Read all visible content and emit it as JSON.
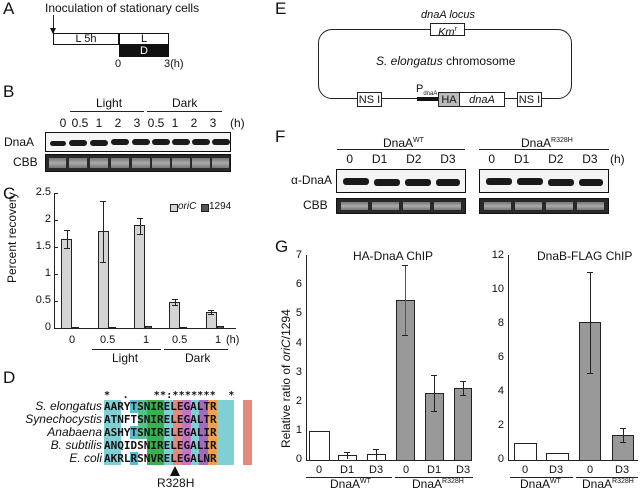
{
  "panels": {
    "A": {
      "label": "A",
      "title": "Inoculation of stationary cells",
      "pre": "L 5h",
      "light": "L",
      "dark": "D",
      "t0": "0",
      "t3": "3(h)"
    },
    "B": {
      "label": "B",
      "group_light": "Light",
      "group_dark": "Dark",
      "lanes": [
        "0",
        "0.5",
        "1",
        "2",
        "3",
        "0.5",
        "1",
        "2",
        "3"
      ],
      "unit": "(h)",
      "row1": "DnaA",
      "row2": "CBB"
    },
    "C": {
      "label": "C",
      "ylabel": "Percent recovery",
      "yticks": [
        "0",
        "0.5",
        "1",
        "1.5",
        "2",
        "2.5"
      ],
      "xticks": [
        "0",
        "0.5",
        "1",
        "0.5",
        "1"
      ],
      "unit": "(h)",
      "group_light": "Light",
      "group_dark": "Dark",
      "legend": [
        "oriC",
        "1294"
      ]
    },
    "D": {
      "label": "D",
      "conservation": "*  .    **:*******  *",
      "species": [
        "S. elongatus",
        "Synechocystis",
        "Anabaena",
        "B. subtilis",
        "E. coli"
      ],
      "sequences": [
        "AARYTSNIRELEGALTR",
        "ATNFTSNIRELEGALTR",
        "ASHYTSNIRELEGALIR",
        "ANQIDSNIRELEGALIR",
        "AKRLRSNVRELEGALNR"
      ],
      "mutation": "R328H"
    },
    "E": {
      "label": "E",
      "locus": "dnaA locus",
      "km": "Km",
      "km_sup": "r",
      "chromosome_species": "S. elongatus",
      "chromosome_word": "chromosome",
      "nsi": "NS I",
      "promoter": "P",
      "promoter_sub": "dnaA",
      "ha": "HA",
      "gene": "dnaA"
    },
    "F": {
      "label": "F",
      "wt": "DnaA",
      "wt_sup": "WT",
      "mut": "DnaA",
      "mut_sup": "R328H",
      "lanes": [
        "0",
        "D1",
        "D2",
        "D3"
      ],
      "unit": "(h)",
      "row1": "α-DnaA",
      "row2": "CBB"
    },
    "G": {
      "label": "G",
      "ylabel_pre": "Relative ratio of ",
      "ylabel_it": "oriC",
      "ylabel_post": "/1294",
      "left_title": "HA-DnaA ChIP",
      "right_title": "DnaB-FLAG ChIP",
      "left_yticks": [
        "0",
        "1",
        "2",
        "3",
        "4",
        "5",
        "6",
        "7"
      ],
      "right_yticks": [
        "0",
        "2",
        "4",
        "6",
        "8",
        "10",
        "12"
      ],
      "left_xticks": [
        "0",
        "D1",
        "D3",
        "0",
        "D1",
        "D3"
      ],
      "right_xticks": [
        "0",
        "D3",
        "0",
        "D3"
      ],
      "grp_wt": "DnaA",
      "grp_wt_sup": "WT",
      "grp_mut": "DnaA",
      "grp_mut_sup": "R328H"
    }
  },
  "chart_data": [
    {
      "type": "bar",
      "title": "Percent recovery (panel C)",
      "xlabel": "Light / Dark (h)",
      "ylabel": "Percent recovery",
      "categories": [
        "Light 0",
        "Light 0.5",
        "Light 1",
        "Dark 0.5",
        "Dark 1"
      ],
      "series": [
        {
          "name": "oriC",
          "values": [
            1.65,
            1.8,
            1.9,
            0.49,
            0.31
          ],
          "errors": [
            0.16,
            0.57,
            0.15,
            0.05,
            0.04
          ]
        },
        {
          "name": "1294",
          "values": [
            0.01,
            0.01,
            0.02,
            0.01,
            0.02
          ]
        }
      ],
      "ylim": [
        0,
        2.5
      ],
      "legend_position": "top-right"
    },
    {
      "type": "bar",
      "title": "HA-DnaA ChIP",
      "ylabel": "Relative ratio of oriC/1294",
      "categories": [
        "WT 0",
        "WT D1",
        "WT D3",
        "R328H 0",
        "R328H D1",
        "R328H D3"
      ],
      "values": [
        1.0,
        0.17,
        0.22,
        5.45,
        2.3,
        2.48
      ],
      "errors": [
        0.0,
        0.1,
        0.18,
        1.2,
        0.62,
        0.23
      ],
      "ylim": [
        0,
        7
      ]
    },
    {
      "type": "bar",
      "title": "DnaB-FLAG ChIP",
      "ylabel": "Relative ratio of oriC/1294",
      "categories": [
        "WT 0",
        "WT D3",
        "R328H 0",
        "R328H D3"
      ],
      "values": [
        1.0,
        0.4,
        8.05,
        1.45
      ],
      "errors": [
        0.0,
        0.05,
        2.95,
        0.4
      ],
      "ylim": [
        0,
        12
      ]
    }
  ]
}
